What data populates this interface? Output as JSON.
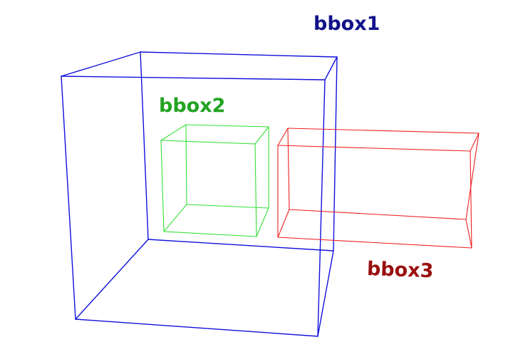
{
  "boxes": [
    {
      "id": "bbox1",
      "label": "bbox1",
      "edge_color": "#1010dd",
      "label_color": "#12128a"
    },
    {
      "id": "bbox2",
      "label": "bbox2",
      "edge_color": "#33e033",
      "label_color": "#22a322"
    },
    {
      "id": "bbox3",
      "label": "bbox3",
      "edge_color": "#ee2020",
      "label_color": "#9a1010"
    }
  ]
}
